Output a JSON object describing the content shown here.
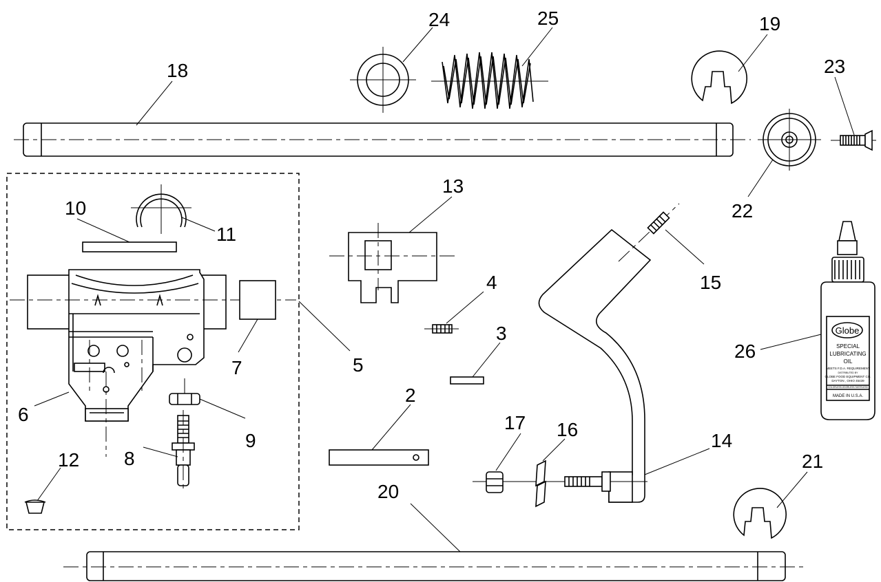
{
  "callouts": {
    "c2": "2",
    "c3": "3",
    "c4": "4",
    "c5": "5",
    "c6": "6",
    "c7": "7",
    "c8": "8",
    "c9": "9",
    "c10": "10",
    "c11": "11",
    "c12": "12",
    "c13": "13",
    "c14": "14",
    "c15": "15",
    "c16": "16",
    "c17": "17",
    "c18": "18",
    "c19": "19",
    "c20": "20",
    "c21": "21",
    "c22": "22",
    "c23": "23",
    "c24": "24",
    "c25": "25",
    "c26": "26"
  },
  "oil_bottle": {
    "brand": "Globe",
    "line1": "SPECIAL",
    "line2": "LUBRICATING",
    "line3": "OIL",
    "line4": "MEETS F.D.A. REQUIREMENT",
    "line5": "DISTRIBUTED BY",
    "line6": "GLOBE FOOD EQUIPMENT CO.",
    "line7": "DAYTON , OHIO 45439",
    "line8": "COLORLESS-ODORLESS-TASTELESS",
    "line9": "MADE IN U.S.A."
  }
}
